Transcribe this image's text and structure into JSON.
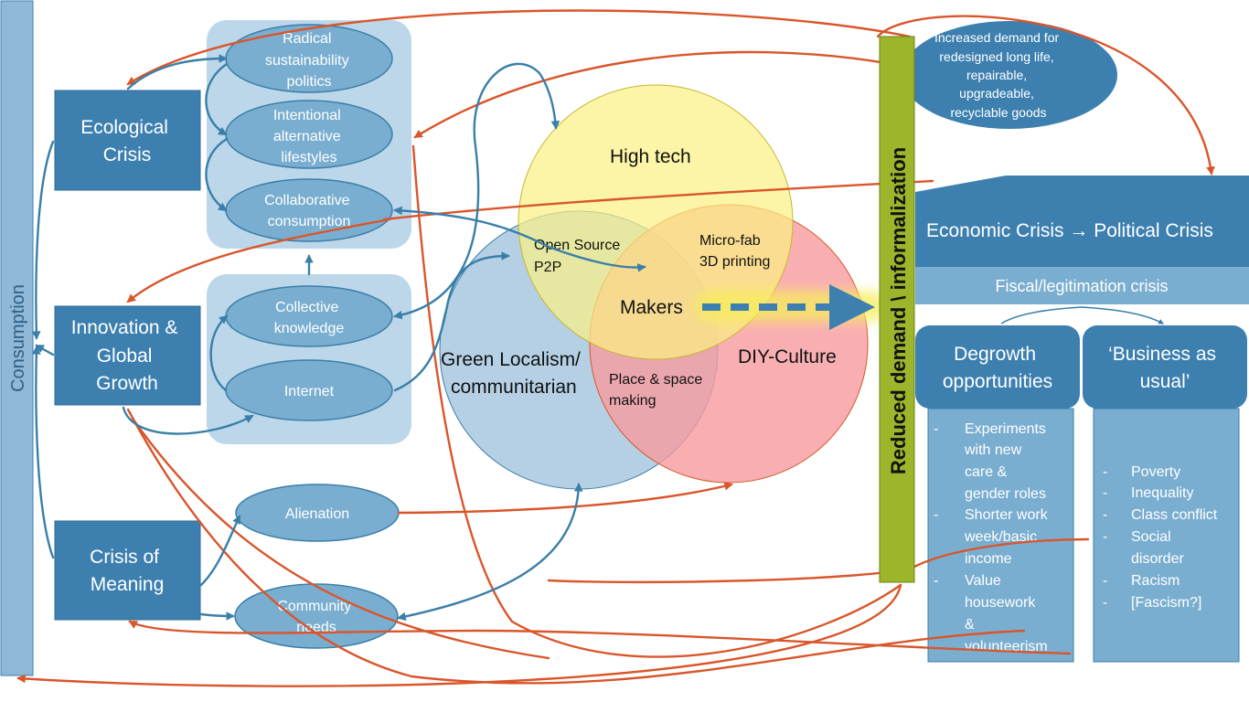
{
  "colors": {
    "dark_blue": "#3d80b0",
    "light_blue": "#7aaed0",
    "pale_panel": "#bcd7ea",
    "orange_arrow": "#d9562b",
    "blue_arrow": "#3a7fa8",
    "olive_bar": "#9cb52a",
    "yellow_circle": "#fbf183",
    "pink_circle": "#f79b9f",
    "blue_circle": "#a8c8df"
  },
  "left_bar": {
    "label": "Consumption"
  },
  "crises": {
    "ecological": [
      "Ecological",
      "Crisis"
    ],
    "innovation": [
      "Innovation &",
      "Global",
      "Growth"
    ],
    "meaning": [
      "Crisis of",
      "Meaning"
    ]
  },
  "ovals": {
    "radical": [
      "Radical",
      "sustainability",
      "politics"
    ],
    "intentional": [
      "Intentional",
      "alternative",
      "lifestyles"
    ],
    "collaborative": [
      "Collaborative",
      "consumption"
    ],
    "collective": [
      "Collective",
      "knowledge"
    ],
    "internet": [
      "Internet"
    ],
    "alienation": [
      "Alienation"
    ],
    "community": [
      "Community",
      "needs"
    ]
  },
  "venn": {
    "high_tech": "High tech",
    "diy": "DIY-Culture",
    "green": [
      "Green Localism/",
      "communitarian"
    ],
    "open_source": [
      "Open Source",
      "P2P"
    ],
    "microfab": [
      "Micro-fab",
      "3D printing"
    ],
    "place": [
      "Place & space",
      "making"
    ],
    "makers": "Makers"
  },
  "vertical_bar": {
    "label": "Reduced demand \\ informalization"
  },
  "top_oval": [
    "Increased demand for",
    "redesigned long life,",
    "repairable,",
    "upgradeable,",
    "recyclable goods"
  ],
  "economic": {
    "title": "Economic Crisis → Political Crisis",
    "fiscal": "Fiscal/legitimation crisis"
  },
  "degrowth": {
    "title": [
      "Degrowth",
      "opportunities"
    ],
    "items": [
      [
        "Experiments",
        "with new",
        "care &",
        "gender roles"
      ],
      [
        "Shorter work",
        "week/basic",
        "income"
      ],
      [
        " Value",
        "housework",
        "&",
        "volunteerism"
      ]
    ]
  },
  "business": {
    "title": [
      "‘Business as",
      "usual’"
    ],
    "items": [
      "Poverty",
      "Inequality",
      "Class conflict",
      [
        "Social",
        "disorder"
      ],
      "Racism",
      "[Fascism?]"
    ]
  }
}
